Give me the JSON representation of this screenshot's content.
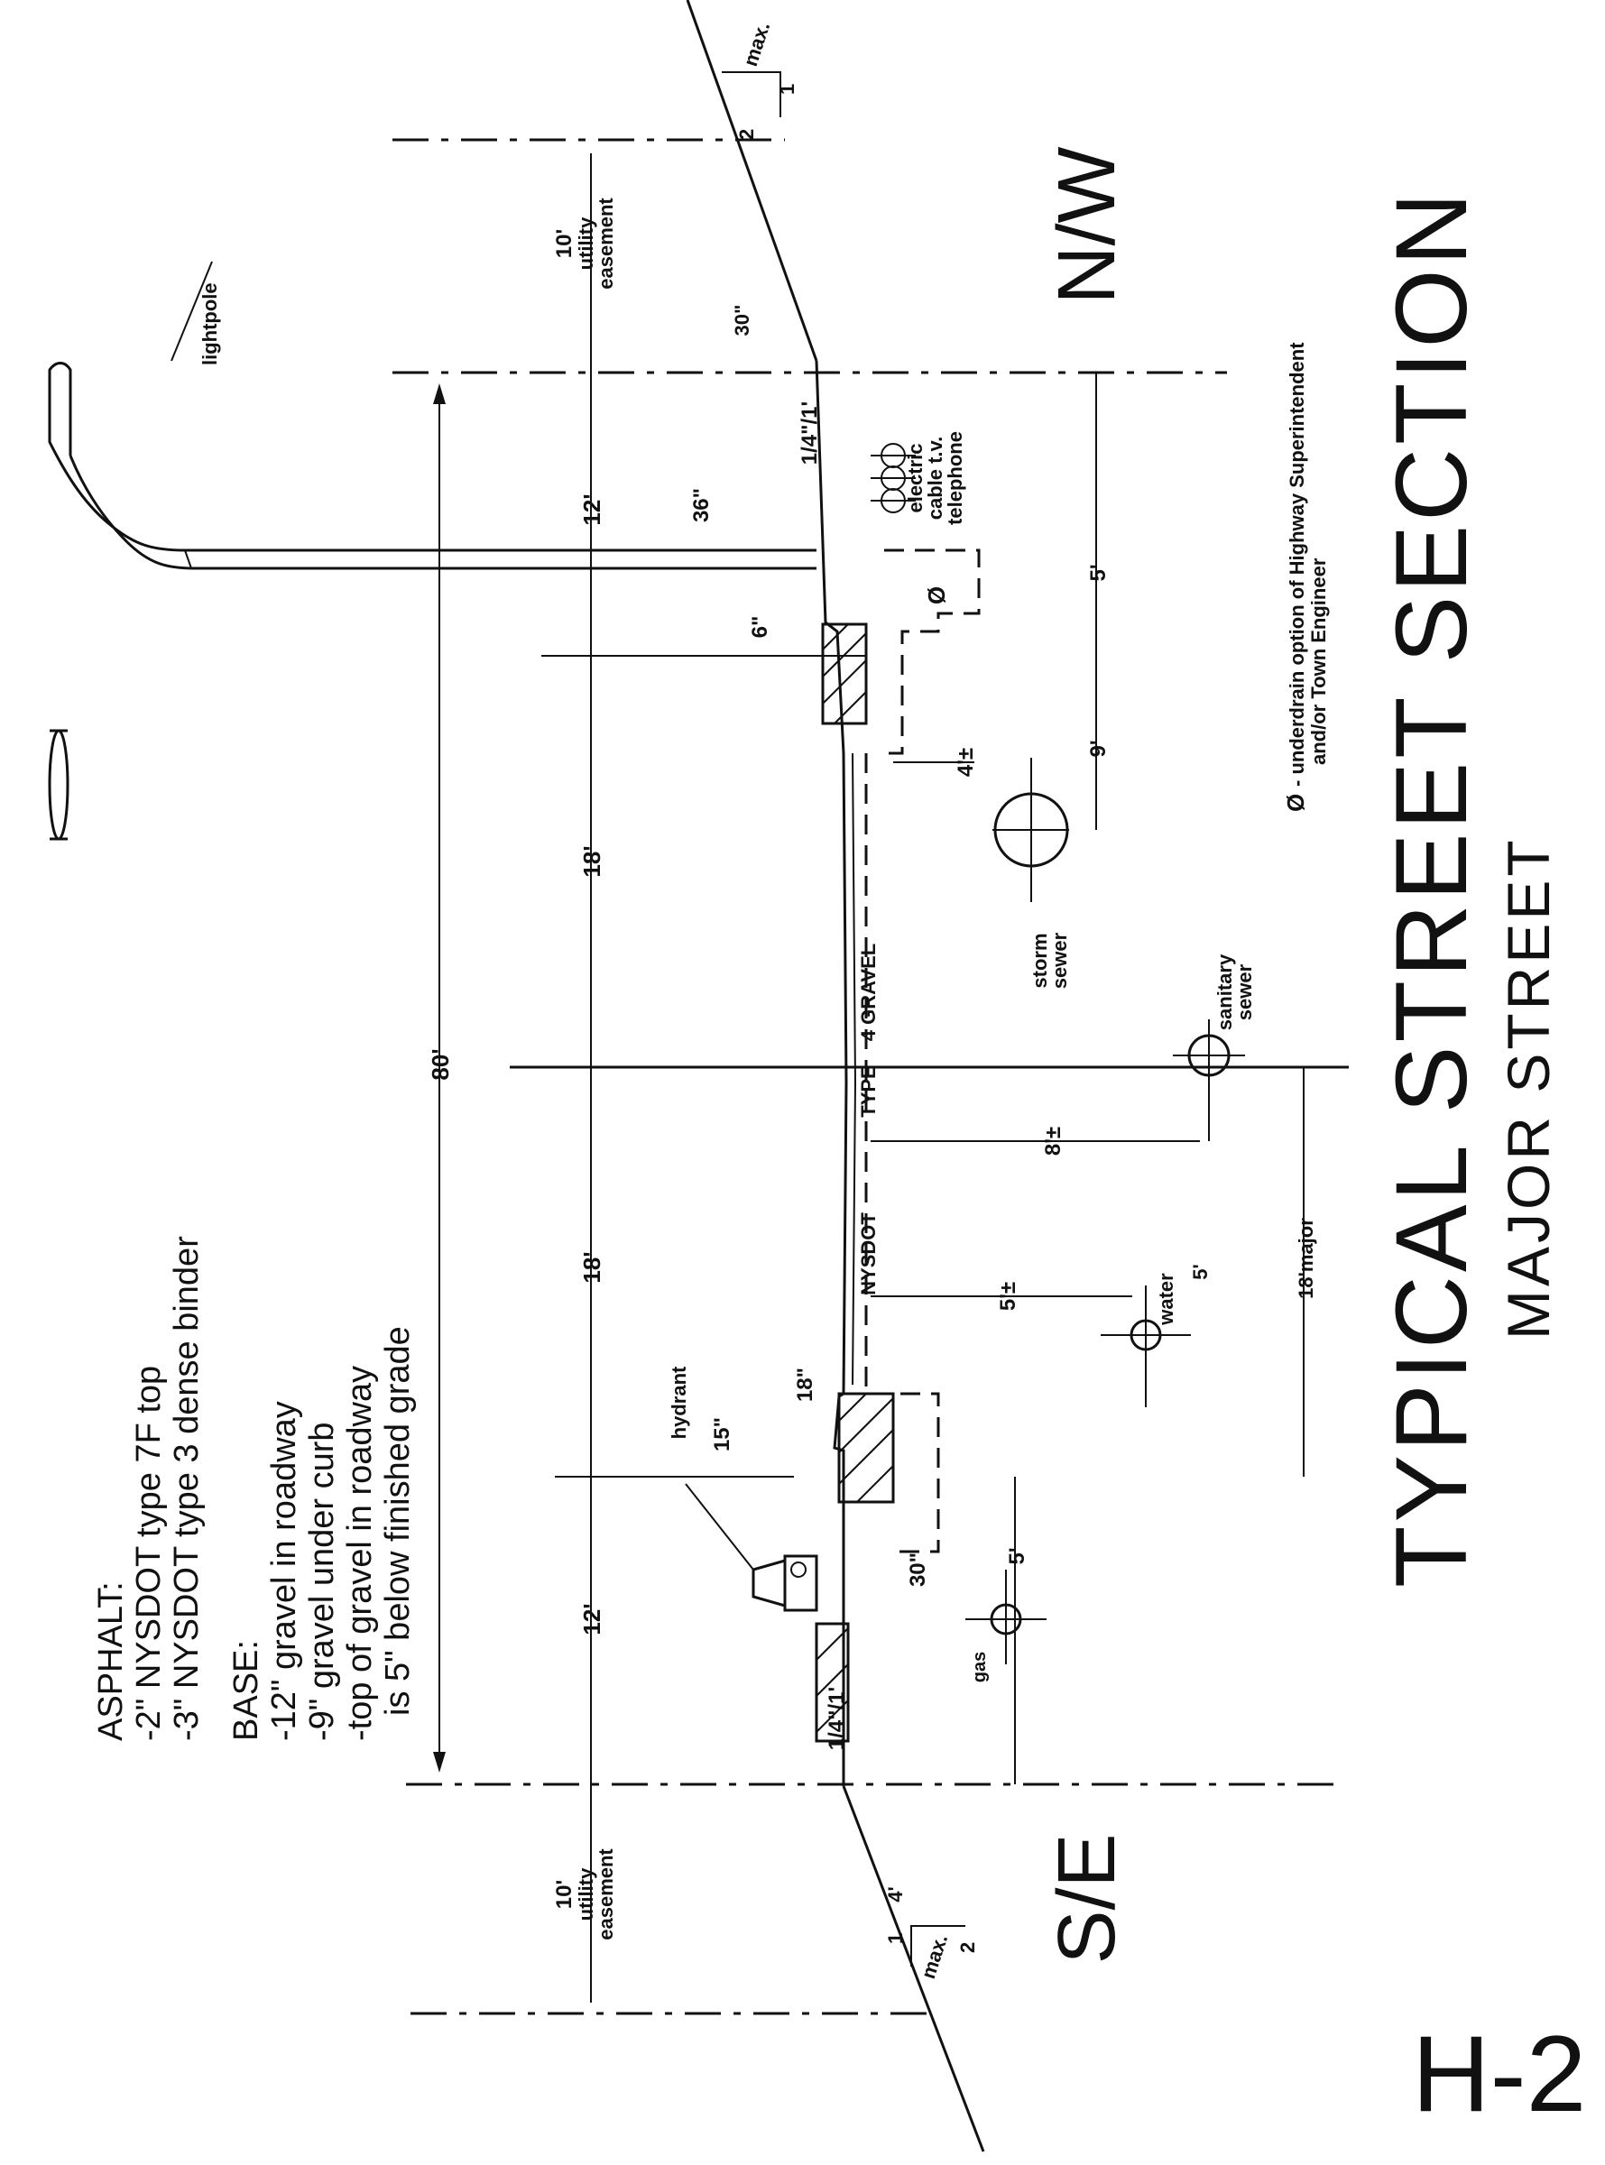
{
  "sheet_id": "H-2",
  "title": "TYPICAL STREET SECTION",
  "subtitle": "MAJOR STREET",
  "sides": {
    "left": "S/E",
    "right": "N/W"
  },
  "asphalt": {
    "heading": "ASPHALT:",
    "lines": [
      "-2\" NYSDOT type 7F top",
      "-3\" NYSDOT type 3 dense binder"
    ]
  },
  "base": {
    "heading": "BASE:",
    "lines": [
      "-12\" gravel in roadway",
      "-9\" gravel under curb",
      "-top of gravel in roadway",
      "is 5\" below finished grade"
    ]
  },
  "underdrain_note": {
    "symbol": "Ø",
    "lines": [
      "- underdrain option of Highway Superintendent",
      "and/or Town Engineer"
    ]
  },
  "widths": {
    "row": "80'",
    "easement": "10'",
    "easement_label": [
      "utility",
      "easement"
    ],
    "walk_zone": "12'",
    "lane": "18'"
  },
  "slopes": {
    "max_label": "max.",
    "rise": "1",
    "run": "2",
    "cross": "1/4\"/1'",
    "offset_right": "30\"",
    "offset_left": "4'"
  },
  "heights": {
    "curb": "6\"",
    "hydrant_15": "15\"",
    "hydrant_18": "18\"",
    "depth_30": "30\"",
    "light_36": "36\""
  },
  "gravel_label": [
    "NYSDOT",
    "TYPE",
    "4 GRAVEL"
  ],
  "utilities": {
    "lightpole": "lightpole",
    "electric": [
      "electric",
      "cable t.v.",
      "telephone"
    ],
    "storm": [
      "storm",
      "sewer"
    ],
    "sanitary": [
      "sanitary",
      "sewer"
    ],
    "water": "water",
    "gas": "gas",
    "hydrant": "hydrant",
    "dim_storm_depth": "4'±",
    "dim_storm_offset": "9'",
    "dim_electric_offset": "5'",
    "dim_sanitary_depth": "8'±",
    "dim_water_depth": "5'±",
    "dim_water_offset": "5'",
    "dim_major": "18'major",
    "dim_gas_offset": "5'",
    "symbol": "Ø"
  }
}
